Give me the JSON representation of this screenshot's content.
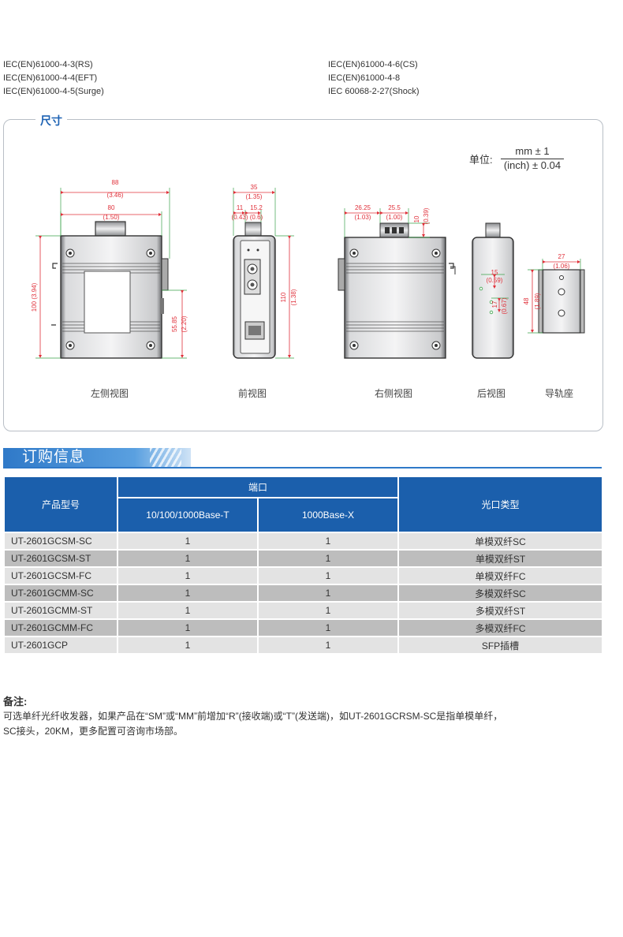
{
  "standards": {
    "left": [
      "IEC(EN)61000-4-3(RS)",
      "IEC(EN)61000-4-4(EFT)",
      "IEC(EN)61000-4-5(Surge)"
    ],
    "right": [
      "IEC(EN)61000-4-6(CS)",
      "IEC(EN)61000-4-8",
      "IEC 60068-2-27(Shock)"
    ]
  },
  "dimensions": {
    "title": "尺寸",
    "unit_label": "单位:",
    "unit_numerator": "mm ± 1",
    "unit_denominator": "(inch) ± 0.04",
    "dim_labels": {
      "l_w88": "88",
      "l_w88i": "(3.46)",
      "l_w80": "80",
      "l_w80i": "(1.50)",
      "l_h100": "100 (3.94)",
      "l_h5585": "55.85",
      "l_h5585i": "(2.20)",
      "f_w35": "35",
      "f_w35i": "(1.35)",
      "f_w11": "11",
      "f_w11i": "(0.43)",
      "f_w152": "15.2",
      "f_w152i": "(0.6)",
      "f_h110": "110",
      "f_h110i": "(1.38)",
      "r_w2625": "26.25",
      "r_w2625i": "(1.03)",
      "r_w255": "25.5",
      "r_w255i": "(1.00)",
      "r_h10": "10",
      "r_h10i": "(0.39)",
      "b_15": "15",
      "b_15i": "(0.59)",
      "b_17": "17",
      "b_17i": "(0.67)",
      "d_w27": "27",
      "d_w27i": "(1.06)",
      "d_h48": "48",
      "d_h48i": "(1.89)"
    },
    "views": [
      "左侧视图",
      "前视图",
      "右侧视图",
      "后视图",
      "导轨座"
    ]
  },
  "ordering": {
    "title": "订购信息",
    "headers": {
      "model": "产品型号",
      "port": "端口",
      "port_copper": "10/100/1000Base-T",
      "port_fiber": "1000Base-X",
      "optical": "光口类型"
    },
    "rows": [
      {
        "model": "UT-2601GCSM-SC",
        "copper": "1",
        "fiber": "1",
        "optical": "单模双纤SC"
      },
      {
        "model": "UT-2601GCSM-ST",
        "copper": "1",
        "fiber": "1",
        "optical": "单模双纤ST"
      },
      {
        "model": "UT-2601GCSM-FC",
        "copper": "1",
        "fiber": "1",
        "optical": "单模双纤FC"
      },
      {
        "model": "UT-2601GCMM-SC",
        "copper": "1",
        "fiber": "1",
        "optical": "多模双纤SC"
      },
      {
        "model": "UT-2601GCMM-ST",
        "copper": "1",
        "fiber": "1",
        "optical": "多模双纤ST"
      },
      {
        "model": "UT-2601GCMM-FC",
        "copper": "1",
        "fiber": "1",
        "optical": "多模双纤FC"
      },
      {
        "model": "UT-2601GCP",
        "copper": "1",
        "fiber": "1",
        "optical": "SFP插槽"
      }
    ]
  },
  "note": {
    "head": "备注:",
    "line1": "可选单纤光纤收发器，如果产品在“SM”或“MM”前增加“R”(接收端)或“T”(发送端)，如UT-2601GCRSM-SC是指单模单纤，",
    "line2": "SC接头，20KM，更多配置可咨询市场部。"
  },
  "colors": {
    "accent": "#1b5fac",
    "dimension": "#e0303a",
    "extension": "#3aa34a",
    "row_light": "#e3e3e3",
    "row_dark": "#bdbdbd"
  }
}
